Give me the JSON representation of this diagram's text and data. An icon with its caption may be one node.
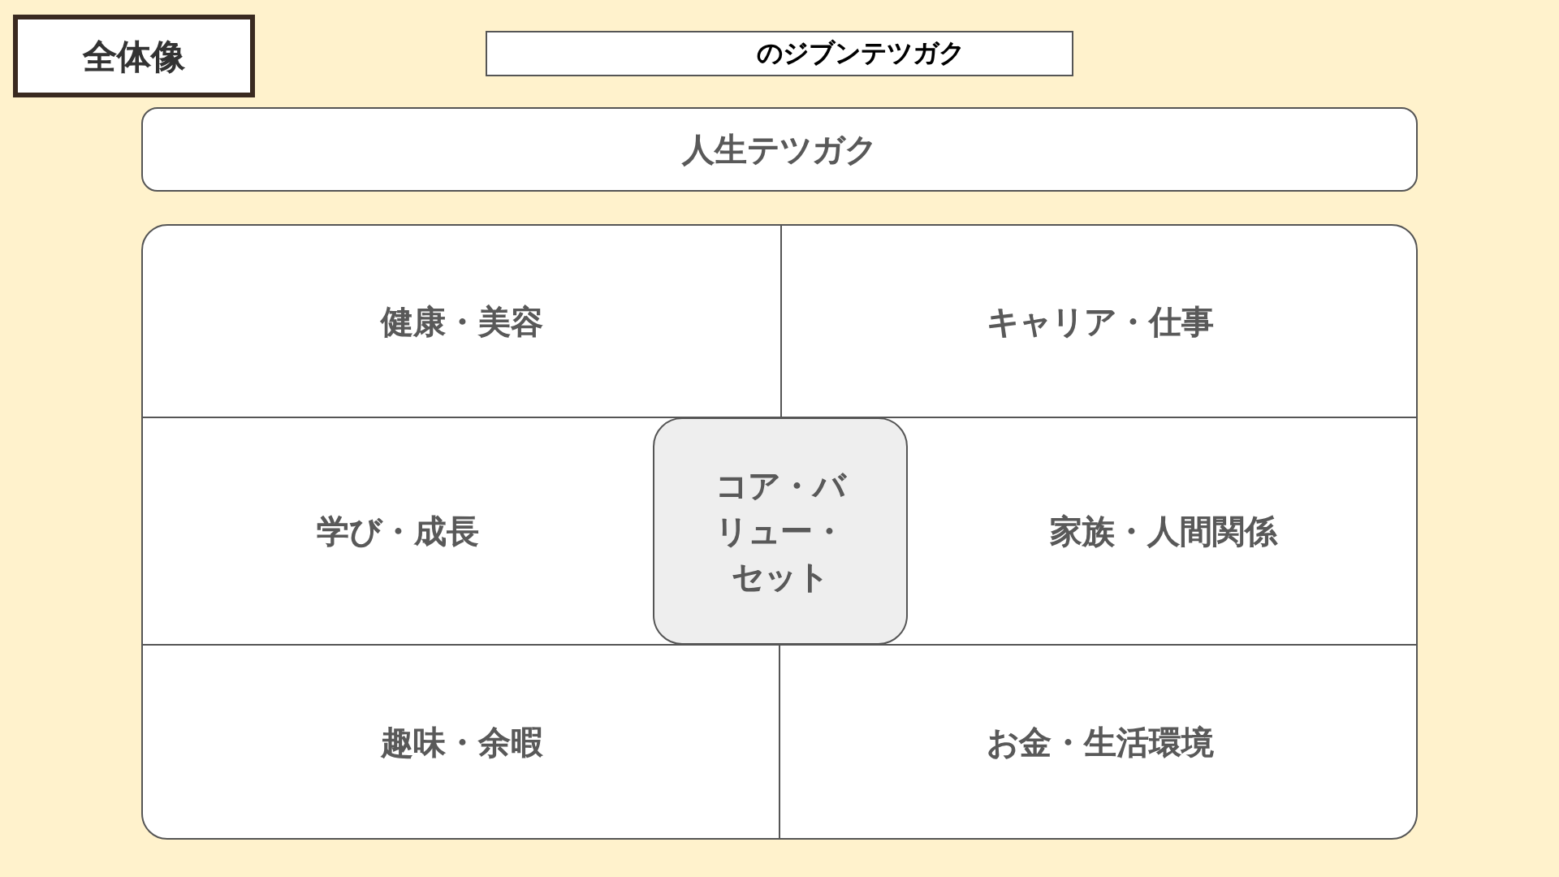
{
  "diagram": {
    "title": "全体像",
    "nodes": [
      {
        "text": [
          "のジブンテツガク"
        ]
      },
      {
        "text": [
          "人生テツガク"
        ]
      },
      {
        "text": [],
        "shape": "box"
      },
      {
        "text": [
          "健康・美容"
        ],
        "in": 2
      },
      {
        "text": [
          "キャリア・仕事"
        ],
        "in": 2
      },
      {
        "text": [
          "学び・成長"
        ],
        "in": 2
      },
      {
        "text": [
          "家族・人間関係"
        ],
        "in": 2
      },
      {
        "text": [
          "趣味・余暇"
        ],
        "in": 2
      },
      {
        "text": [
          "お金・生活環境"
        ],
        "in": 2
      },
      {
        "text": [
          "コア・バリュー・セット"
        ],
        "in": 2
      }
    ],
    "edges": []
  }
}
